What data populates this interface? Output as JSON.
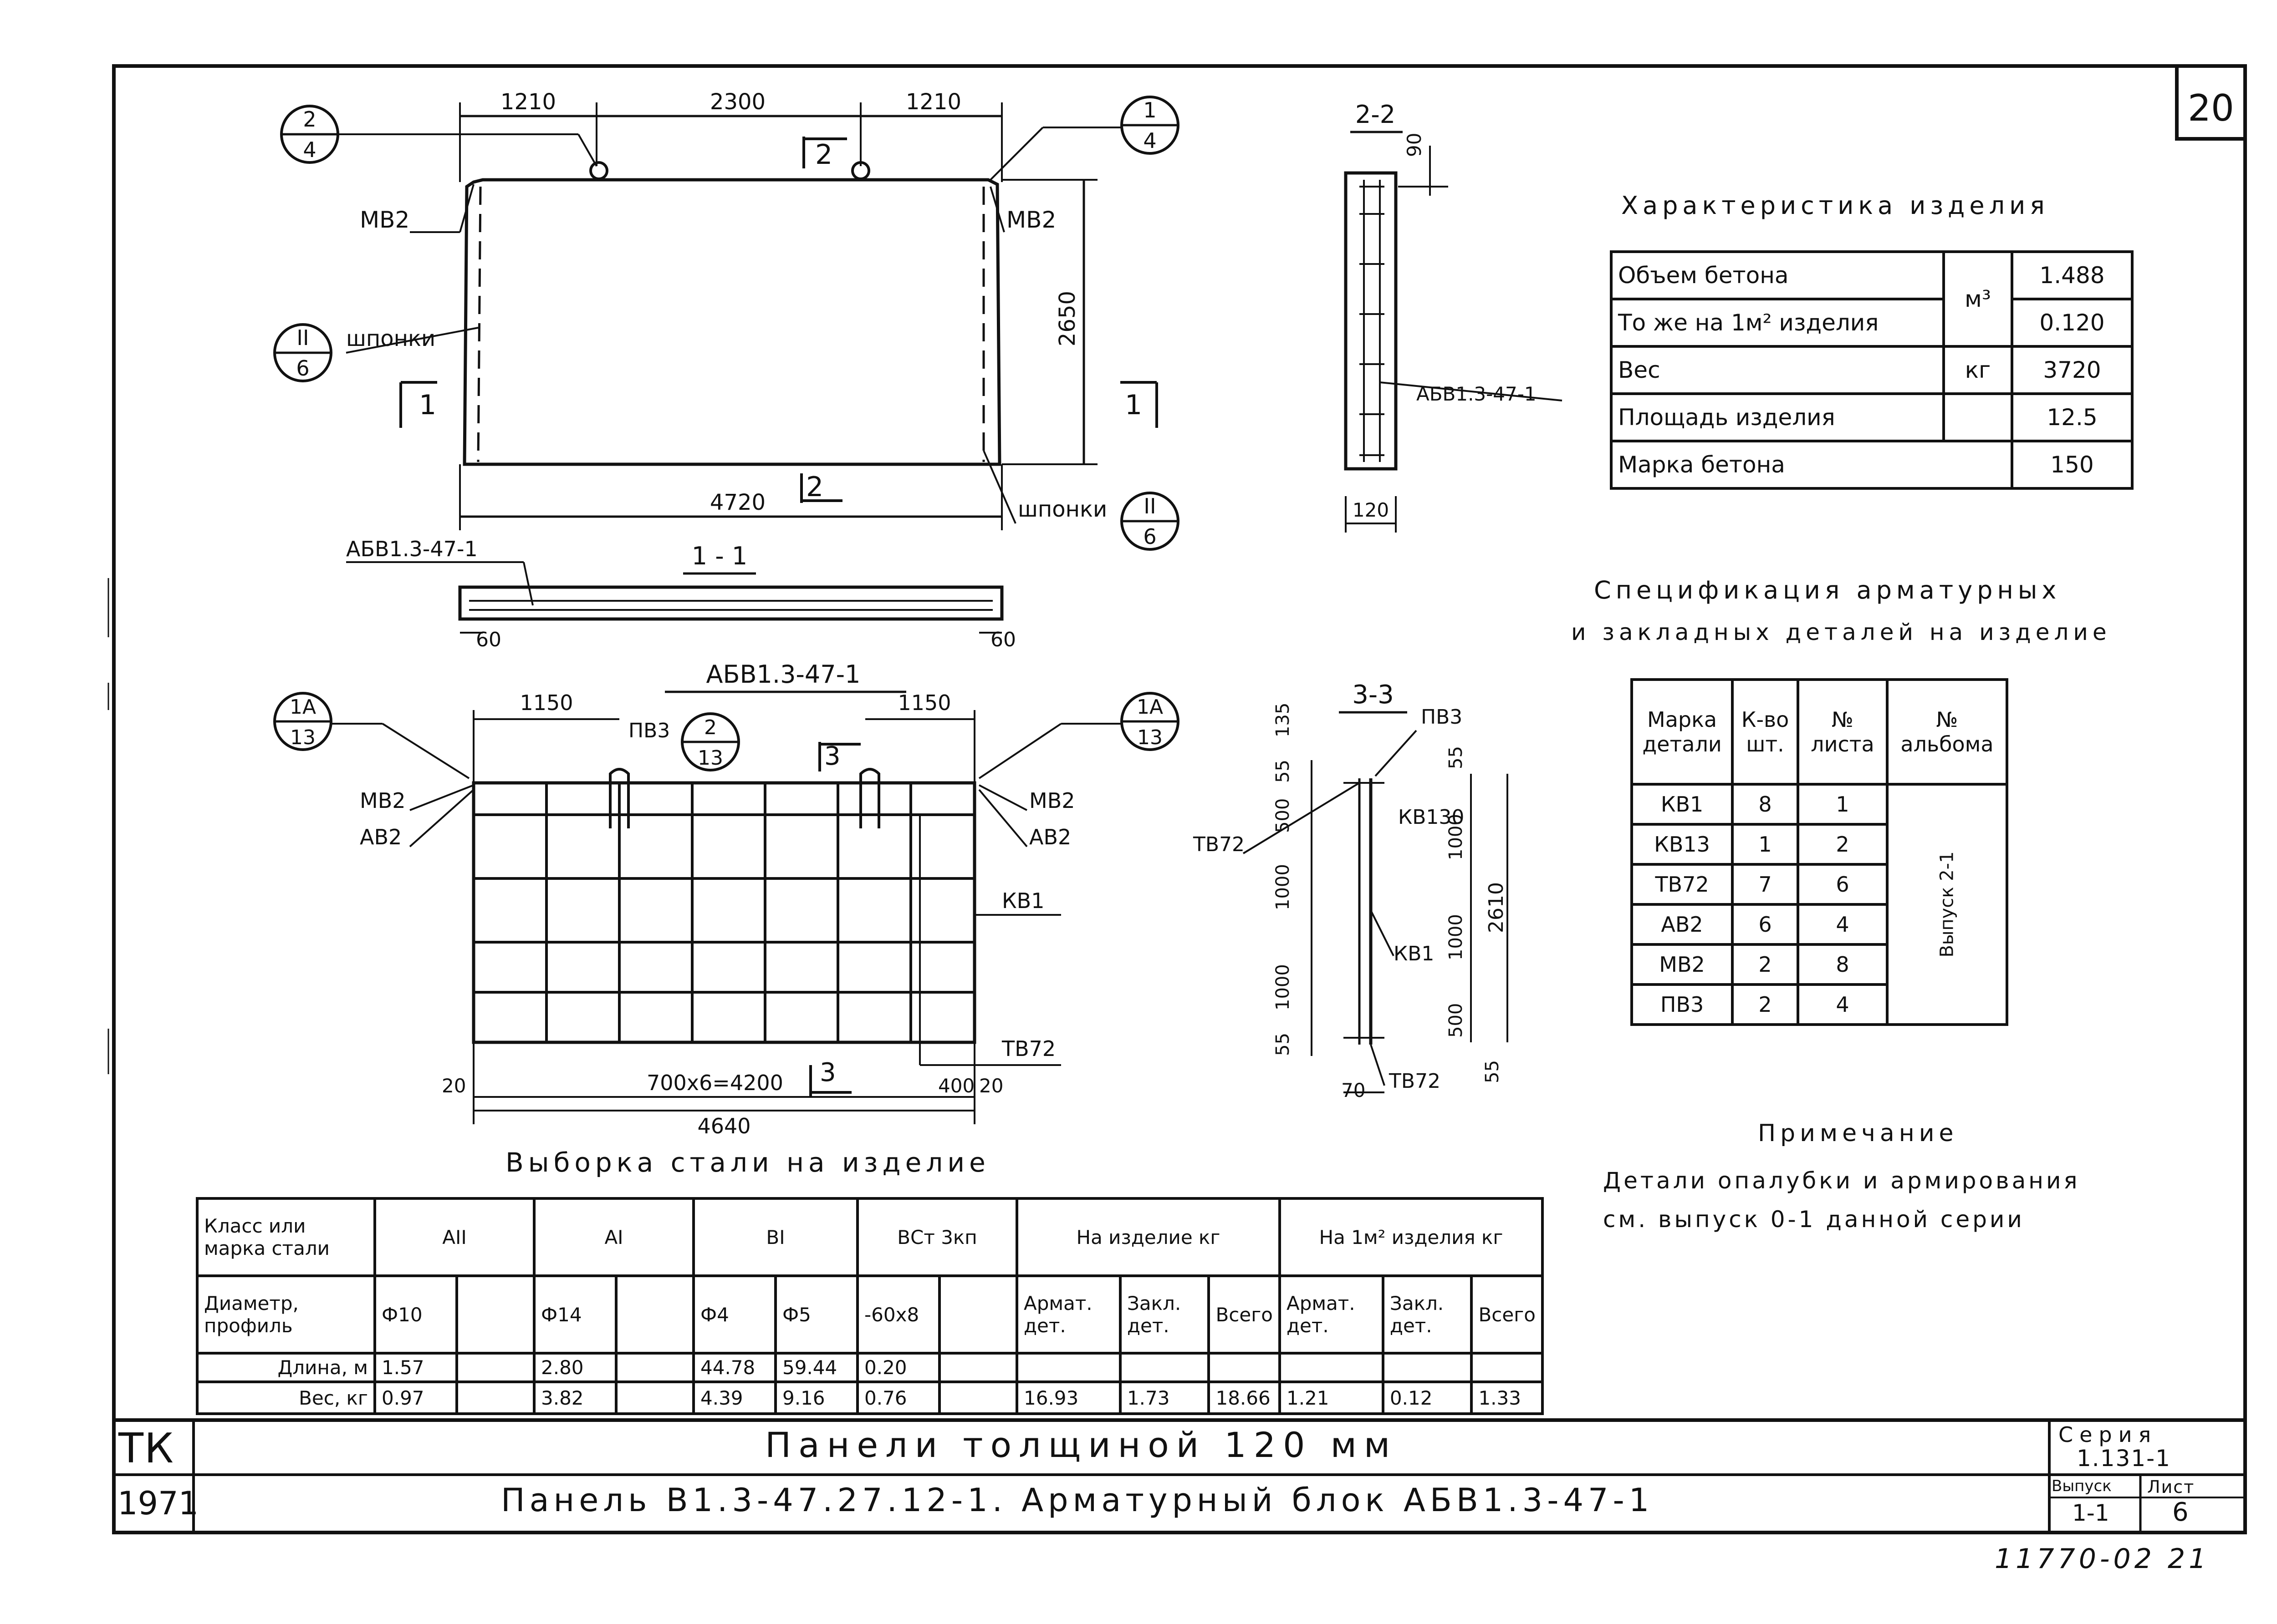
{
  "sheet_number": "20",
  "footer_note": "11770-02 21",
  "panel": {
    "top_dims": [
      "1210",
      "2300",
      "1210"
    ],
    "height_dim": "2650",
    "width_dim": "4720",
    "mb2_left": "МВ2",
    "mb2_right": "МВ2",
    "shponki_left": "шпонки",
    "shponki_right": "шпонки",
    "section_2_top": "2",
    "section_2_bottom": "2",
    "section_1_left": "1",
    "section_1_right": "1",
    "callout_tl": {
      "top": "2",
      "bottom": "4"
    },
    "callout_tr": {
      "top": "1",
      "bottom": "4"
    },
    "callout_ml": {
      "top": "II",
      "bottom": "6"
    },
    "callout_br": {
      "top": "II",
      "bottom": "6"
    }
  },
  "section22": {
    "title": "2-2",
    "dim_top": "90",
    "label": "АБВ1.3-47-1",
    "dim_bottom": "120"
  },
  "section11": {
    "title": "1 - 1",
    "label": "АБВ1.3-47-1",
    "dim_left": "60",
    "dim_right": "60"
  },
  "block": {
    "title": "АБВ1.3-47-1",
    "dim_left": "1150",
    "dim_right": "1150",
    "pv3": "ПВ3",
    "callout_pv3": {
      "top": "2",
      "bottom": "13"
    },
    "callout_l": {
      "top": "1А",
      "bottom": "13"
    },
    "callout_r": {
      "top": "1А",
      "bottom": "13"
    },
    "section3": "3",
    "mb2_l": "МВ2",
    "ab2_l": "АВ2",
    "mb2_r": "МВ2",
    "ab2_r": "АВ2",
    "kb1": "КВ1",
    "tb72": "ТВ72",
    "dim_grid": "700х6=4200",
    "dim_20_l": "20",
    "dim_400": "400",
    "dim_20_r": "20",
    "dim_total": "4640"
  },
  "section33": {
    "title": "3-3",
    "pv3": "ПВ3",
    "tb72_top": "ТВ72",
    "kb130": "КВ130",
    "kb1": "КВ1",
    "tb72_bottom": "ТВ72",
    "dims_left": [
      "135",
      "55",
      "500",
      "1000",
      "1000",
      "55"
    ],
    "dims_right": [
      "55",
      "1000",
      "1000",
      "500",
      "55"
    ],
    "dim_total": "2610",
    "dim_bottom": "70"
  },
  "characteristics": {
    "title": "Характеристика изделия",
    "rows": [
      {
        "name": "Объем бетона",
        "unit": "м³",
        "value": "1.488"
      },
      {
        "name": "То же на 1м² изделия",
        "unit": "",
        "value": "0.120"
      },
      {
        "name": "Вес",
        "unit": "кг",
        "value": "3720"
      },
      {
        "name": "Площадь изделия",
        "unit": "",
        "value": "12.5"
      },
      {
        "name": "Марка бетона",
        "unit": "",
        "value": "150"
      }
    ]
  },
  "specification": {
    "title_line1": "Спецификация арматурных",
    "title_line2": "и закладных деталей на изделие",
    "headers": [
      "Марка детали",
      "К-во шт.",
      "№ листа",
      "№ альбома"
    ],
    "rows": [
      [
        "КВ1",
        "8",
        "1"
      ],
      [
        "КВ13",
        "1",
        "2"
      ],
      [
        "ТВ72",
        "7",
        "6"
      ],
      [
        "АВ2",
        "6",
        "4"
      ],
      [
        "МВ2",
        "2",
        "8"
      ],
      [
        "ПВ3",
        "2",
        "4"
      ]
    ],
    "album": "Выпуск 2-1"
  },
  "note": {
    "title": "Примечание",
    "line1": "Детали опалубки и армирования",
    "line2": "см. выпуск 0-1 данной серии"
  },
  "steel": {
    "title": "Выборка стали на изделие",
    "h_class": "Класс или марка стали",
    "classes": [
      "АII",
      "АI",
      "ВI",
      "ВСт 3кп"
    ],
    "h_product": "На изделие кг",
    "h_per_m2": "На 1м² изделия кг",
    "h_diameter": "Диаметр, профиль",
    "diameters": [
      "Ф10",
      "",
      "Ф14",
      "",
      "Ф4",
      "Ф5",
      "-60х8",
      ""
    ],
    "sub": [
      "Армат. дет.",
      "Закл. дет.",
      "Всего",
      "Армат. дет.",
      "Закл. дет.",
      "Всего"
    ],
    "h_length": "Длина, м",
    "lengths": [
      "1.57",
      "",
      "2.80",
      "",
      "44.78",
      "59.44",
      "0.20",
      ""
    ],
    "h_weight": "Вес, кг",
    "weights": [
      "0.97",
      "",
      "3.82",
      "",
      "4.39",
      "9.16",
      "0.76",
      ""
    ],
    "totals": [
      "16.93",
      "1.73",
      "18.66",
      "1.21",
      "0.12",
      "1.33"
    ]
  },
  "title_block": {
    "tk": "ТК",
    "year": "1971",
    "line1": "Панели толщиной 120 мм",
    "line2": "Панель В1.3-47.27.12-1. Арматурный блок АБВ1.3-47-1",
    "series_label": "Серия",
    "series_value": "1.131-1",
    "issue_label": "Выпуск",
    "issue_value": "1-1",
    "sheet_label": "Лист",
    "sheet_value": "6"
  }
}
